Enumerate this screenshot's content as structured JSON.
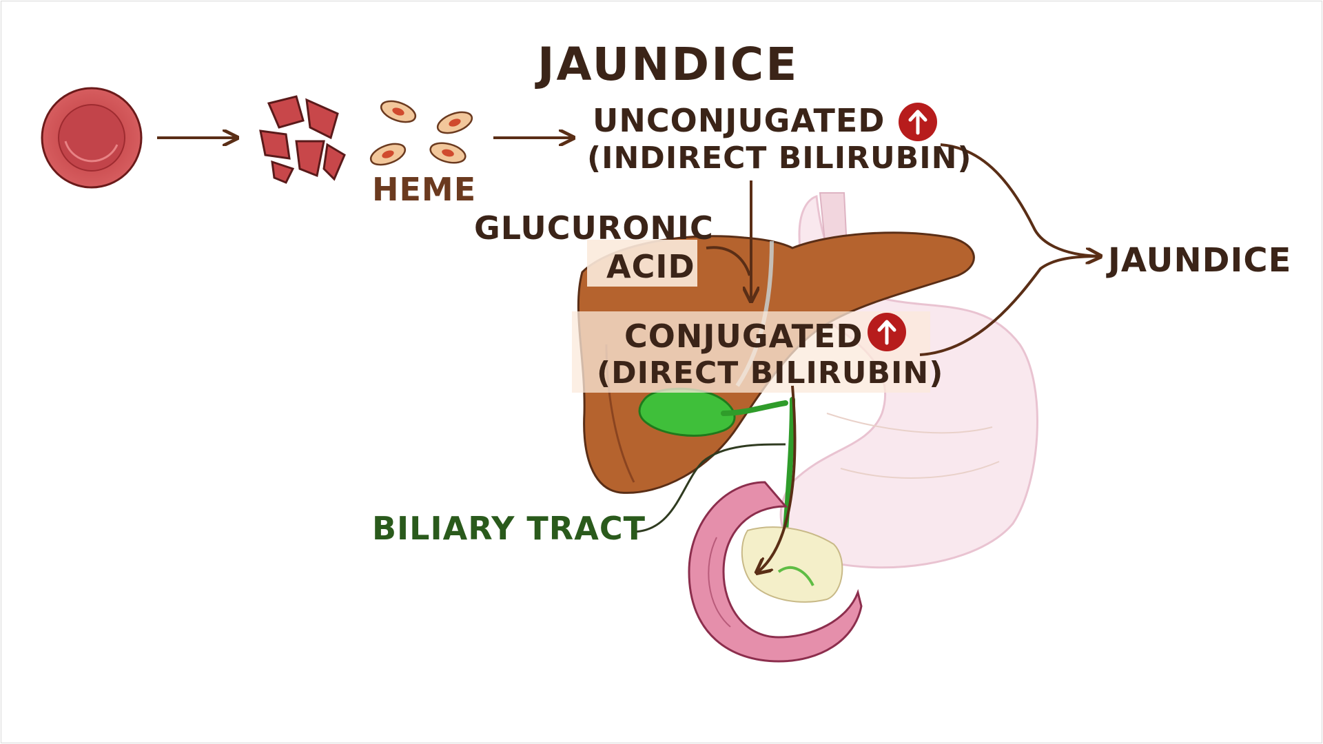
{
  "title": "JAUNDICE",
  "labels": {
    "heme": "HEME",
    "unconjugated": "UNCONJUGATED",
    "indirect_bilirubin": "(INDIRECT BILIRUBIN)",
    "glucuronic": "GLUCURONIC",
    "acid": "ACID",
    "conjugated": "CONJUGATED",
    "direct_bilirubin": "(DIRECT BILIRUBIN)",
    "jaundice_result": "JAUNDICE",
    "biliary_tract": "BILIARY TRACT"
  },
  "icons": {
    "red_blood_cell": "red-blood-cell-icon",
    "fragmented_cell": "fragmented-red-blood-cell-icon",
    "heme_molecule": "heme-molecule-icon",
    "increase_arrow": "up-arrow-badge-icon",
    "liver": "liver-illustration",
    "gallbladder": "gallbladder-illustration",
    "stomach": "stomach-illustration",
    "duodenum": "duodenum-illustration",
    "pancreas": "pancreas-illustration"
  },
  "colors": {
    "text_dark": "#3b2418",
    "heme_text": "#6b3a1f",
    "biliary_text": "#2a5a1c",
    "arrow": "#5a2e16",
    "rbc_red": "#c8474a",
    "badge_red": "#b71c1c",
    "liver": "#b5632e",
    "gallbladder": "#3fbf3a",
    "stomach": "#f6dde6",
    "duodenum": "#e58fab"
  }
}
